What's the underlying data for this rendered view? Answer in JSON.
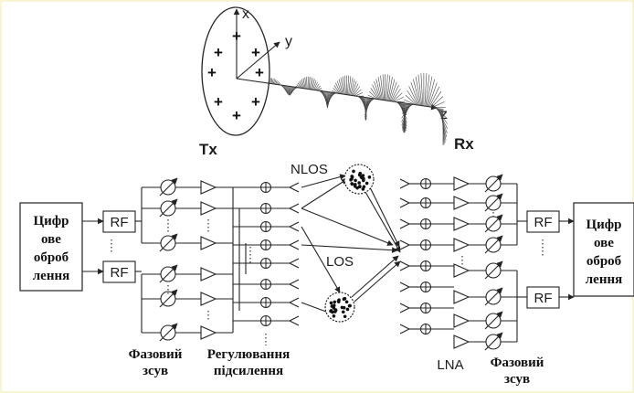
{
  "top": {
    "axis_x": "x",
    "axis_y": "y",
    "axis_z": "z",
    "tx_label": "Tx",
    "rx_label": "Rx"
  },
  "left_box": [
    "Цифр",
    "ове",
    "оброб",
    "лення"
  ],
  "right_box": [
    "Цифр",
    "ове",
    "оброб",
    "лення"
  ],
  "rf_label": "RF",
  "nlos_label": "NLOS",
  "los_label": "LOS",
  "lna_label": "LNA",
  "bottom": {
    "phase_shift_left": [
      "Фазовий",
      "зсув"
    ],
    "gain_control": [
      "Регулювання",
      "підсилення"
    ],
    "phase_shift_right": [
      "Фазовий",
      "зсув"
    ]
  },
  "colors": {
    "frame": "#f2e9a8",
    "ink": "#222222"
  }
}
